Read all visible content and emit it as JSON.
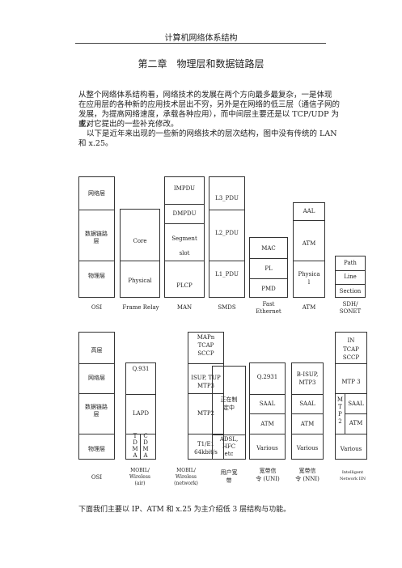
{
  "header": "计算机网络体系结构",
  "chapter": "第二章　物理层和数据链路层",
  "intro": [
    "从整个网络体系结构看，网络技术的发展在两个方向最多最复杂，一是体现",
    "在应用层的各种新的应用技术层出不穷，另外是在网络的低三层（通信子网的",
    "发展，为提高网络速度，承载各种应用），而中间层主要还是以 TCP/UDP 为主，",
    "或对它提出的一些补充修改。",
    "以下是近年来出现的一些新的网络技术的层次结构，图中没有传统的 LAN",
    "和 x.25。"
  ],
  "d1": {
    "osi": [
      "网络层",
      "数据链路层",
      "物理层"
    ],
    "fr": [
      "Core",
      "Physical"
    ],
    "man": [
      "IMPDU",
      "DMPDU",
      "Segment",
      "slot",
      "PLCP"
    ],
    "smds": [
      "L3_PDU",
      "L2_PDU",
      "L1_PDU"
    ],
    "fe": [
      "MAC",
      "PL",
      "PMD"
    ],
    "atm": [
      "AAL",
      "ATM",
      "Physica",
      "l"
    ],
    "sonet": [
      "Path",
      "Line",
      "Section"
    ],
    "captions": [
      "OSI",
      "Frame Relay",
      "MAN",
      "SMDS",
      "Fast",
      "Ethernet",
      "ATM",
      "SDH/",
      "SONET"
    ]
  },
  "d2": {
    "osi": [
      "高层",
      "网络层",
      "数据链路层",
      "物理层"
    ],
    "isdn": [
      "Q.931",
      "LAPD",
      "T",
      "D",
      "M",
      "A",
      "C",
      "D",
      "M",
      "A"
    ],
    "ss7": [
      "MAPn",
      "TCAP",
      "SCCP",
      "ISUP, TUP",
      "MTP3",
      "MTP2",
      "T1/E1",
      "64kbit/s"
    ],
    "broadband": [
      "正在制",
      "定中",
      "ADSL,",
      "HFC",
      "etc"
    ],
    "uni": [
      "Q.2931",
      "SAAL",
      "ATM",
      "Various"
    ],
    "nni": [
      "B-ISUP,",
      "MTP3",
      "SAAL",
      "ATM",
      "Various"
    ],
    "in": [
      "IN",
      "TCAP",
      "SCCP",
      "MTP 3",
      "M",
      "T",
      "P",
      "2",
      "SAAL",
      "ATM",
      "Various"
    ],
    "captions": [
      "OSI",
      "MOBIL/",
      "Wireless",
      "(air)",
      "MOBIL/",
      "Wireless",
      "(network)",
      "用户宽",
      "带",
      "宽带信",
      "令 (UNI)",
      "宽带信",
      "令 (NNI)",
      "Intelligent",
      "Network IIN"
    ]
  },
  "footer": "下面我们主要以 IP、ATM 和 x.25 为主介绍低 3 层结构与功能。"
}
